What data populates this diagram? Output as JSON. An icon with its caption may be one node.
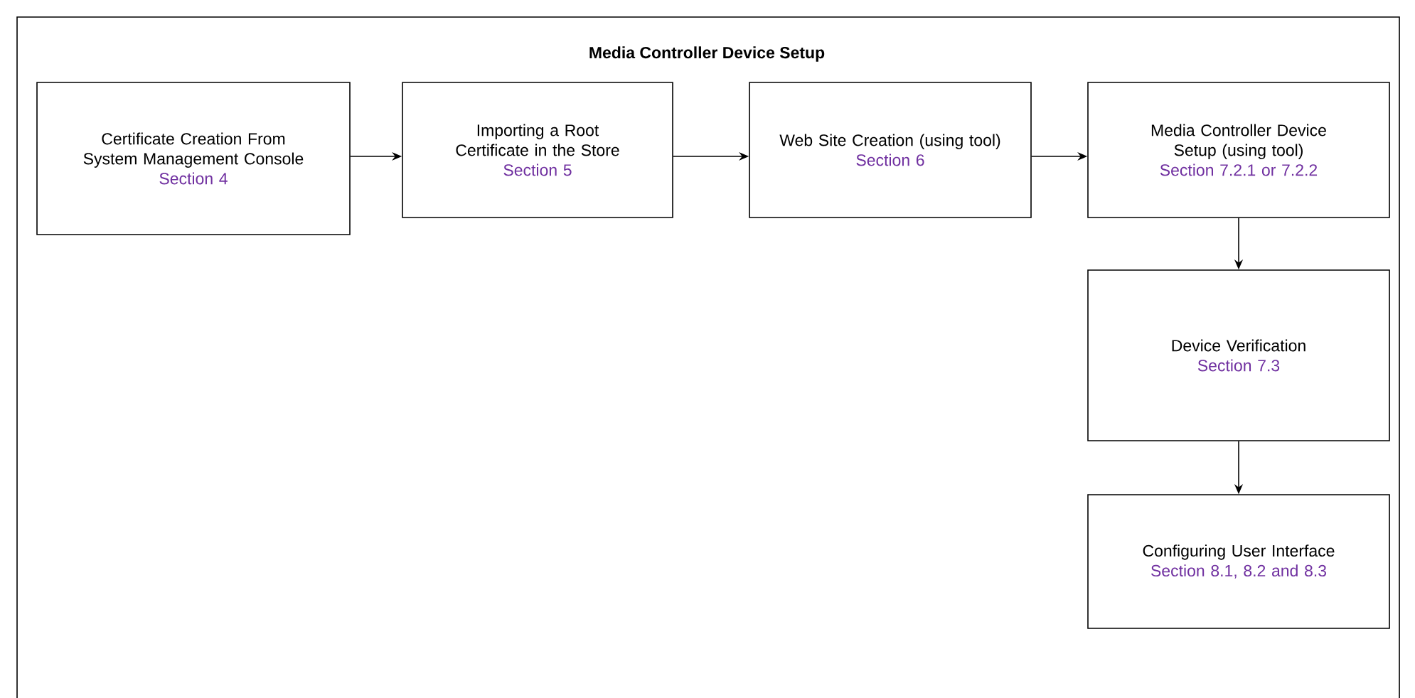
{
  "diagram": {
    "title": "Media Controller Device Setup",
    "nodes": [
      {
        "text": [
          "Certificate Creation From System Management Console",
          "Section 4"
        ]
      },
      {
        "text": [
          "Importing a Root Certificate in the Store",
          "Section 5"
        ]
      },
      {
        "text": [
          "Web Site Creation (using tool)",
          "Section 6"
        ]
      },
      {
        "text": [
          "Media Controller Device Setup (using tool)",
          "Section 7.2.1 or 7.2.2"
        ]
      },
      {
        "text": [
          "Device Verification",
          "Section 7.3"
        ]
      },
      {
        "text": [
          "Configuring User Interface",
          "Section 8.1, 8.2 and 8.3"
        ]
      }
    ],
    "edges": [
      {
        "from": 0,
        "to": 1,
        "arrow": "to"
      },
      {
        "from": 1,
        "to": 2,
        "arrow": "to"
      },
      {
        "from": 2,
        "to": 3,
        "arrow": "to"
      },
      {
        "from": 3,
        "to": 4,
        "arrow": "to"
      },
      {
        "from": 4,
        "to": 5,
        "arrow": "to"
      }
    ]
  }
}
